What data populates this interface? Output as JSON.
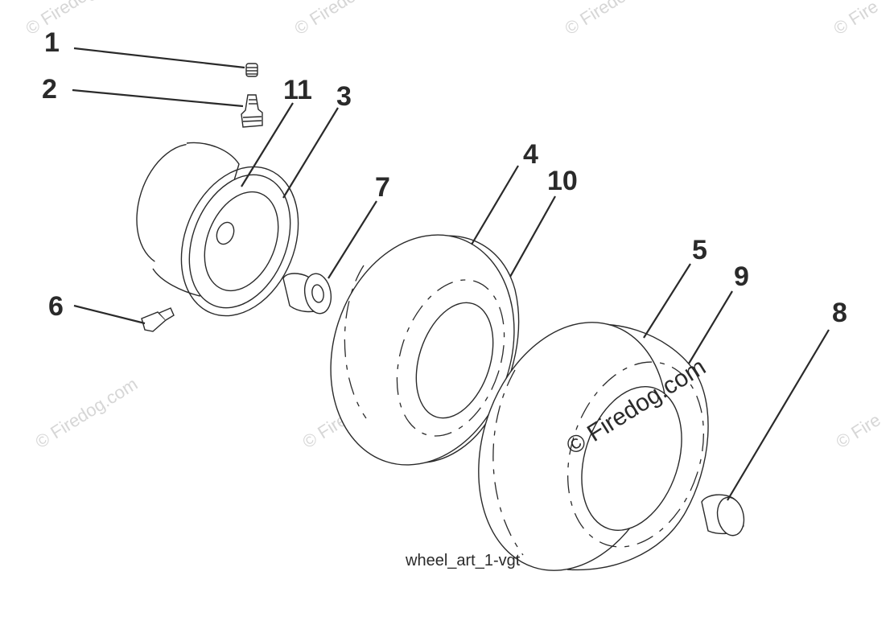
{
  "diagram": {
    "callouts": [
      "1",
      "2",
      "11",
      "3",
      "7",
      "4",
      "10",
      "6",
      "5",
      "9",
      "8"
    ],
    "caption": "wheel_art_1-vgt",
    "watermark": "© Firedog.com",
    "watermark_partial": "© Fire",
    "watermark_partial_top": "© Firedo",
    "ink_color": "#2a2a2a",
    "watermark_color": "#d6d6d6"
  }
}
